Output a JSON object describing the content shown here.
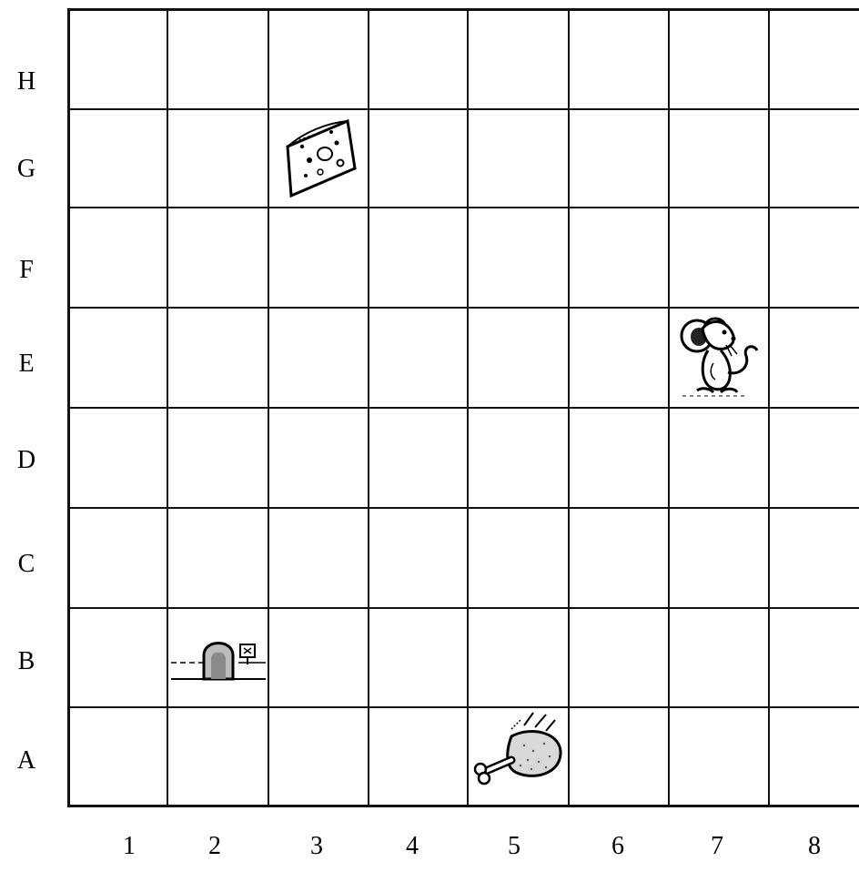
{
  "board": {
    "rows": [
      "H",
      "G",
      "F",
      "E",
      "D",
      "C",
      "B",
      "A"
    ],
    "columns": [
      "1",
      "2",
      "3",
      "4",
      "5",
      "6",
      "7",
      "8"
    ]
  },
  "items": [
    {
      "name": "cheese-icon",
      "row": "G",
      "column": "3"
    },
    {
      "name": "mouse-icon",
      "row": "E",
      "column": "7"
    },
    {
      "name": "mouse-hole-icon",
      "row": "B",
      "column": "2"
    },
    {
      "name": "chicken-leg-icon",
      "row": "A",
      "column": "5"
    }
  ]
}
